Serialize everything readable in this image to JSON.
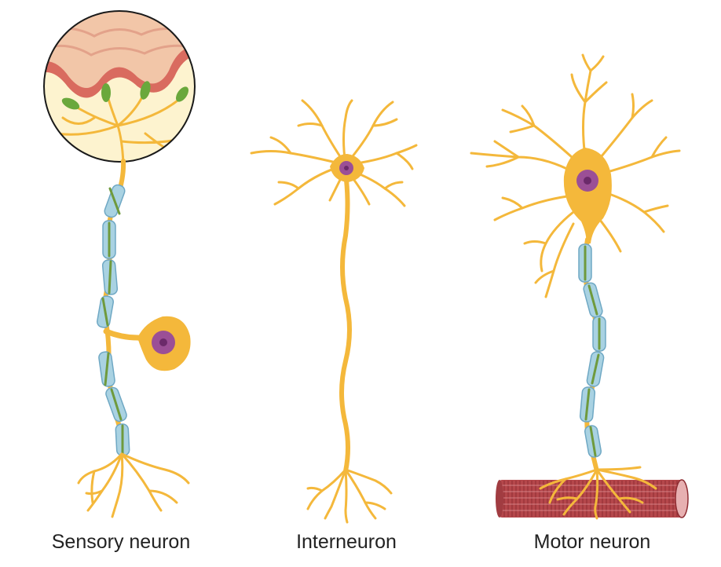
{
  "labels": {
    "sensory": "Sensory neuron",
    "interneuron": "Interneuron",
    "motor": "Motor neuron"
  },
  "colors": {
    "neuron": "#f4b83b",
    "neuron_dark": "#e7a52a",
    "nucleus": "#9b4f96",
    "nucleolus": "#6b2a6a",
    "myelin_fill": "#a9d2e2",
    "myelin_edge": "#6fa8c4",
    "myelin_core": "#6f9a3d",
    "skin_top": "#f2c6a8",
    "skin_layer": "#d96b5f",
    "dermis": "#fdf3cf",
    "receptor": "#6aa83c",
    "muscle": "#b5474b",
    "muscle_stripe": "#8e2d33"
  },
  "icons": [
    "skin-receptor-inset",
    "muscle-fiber"
  ]
}
